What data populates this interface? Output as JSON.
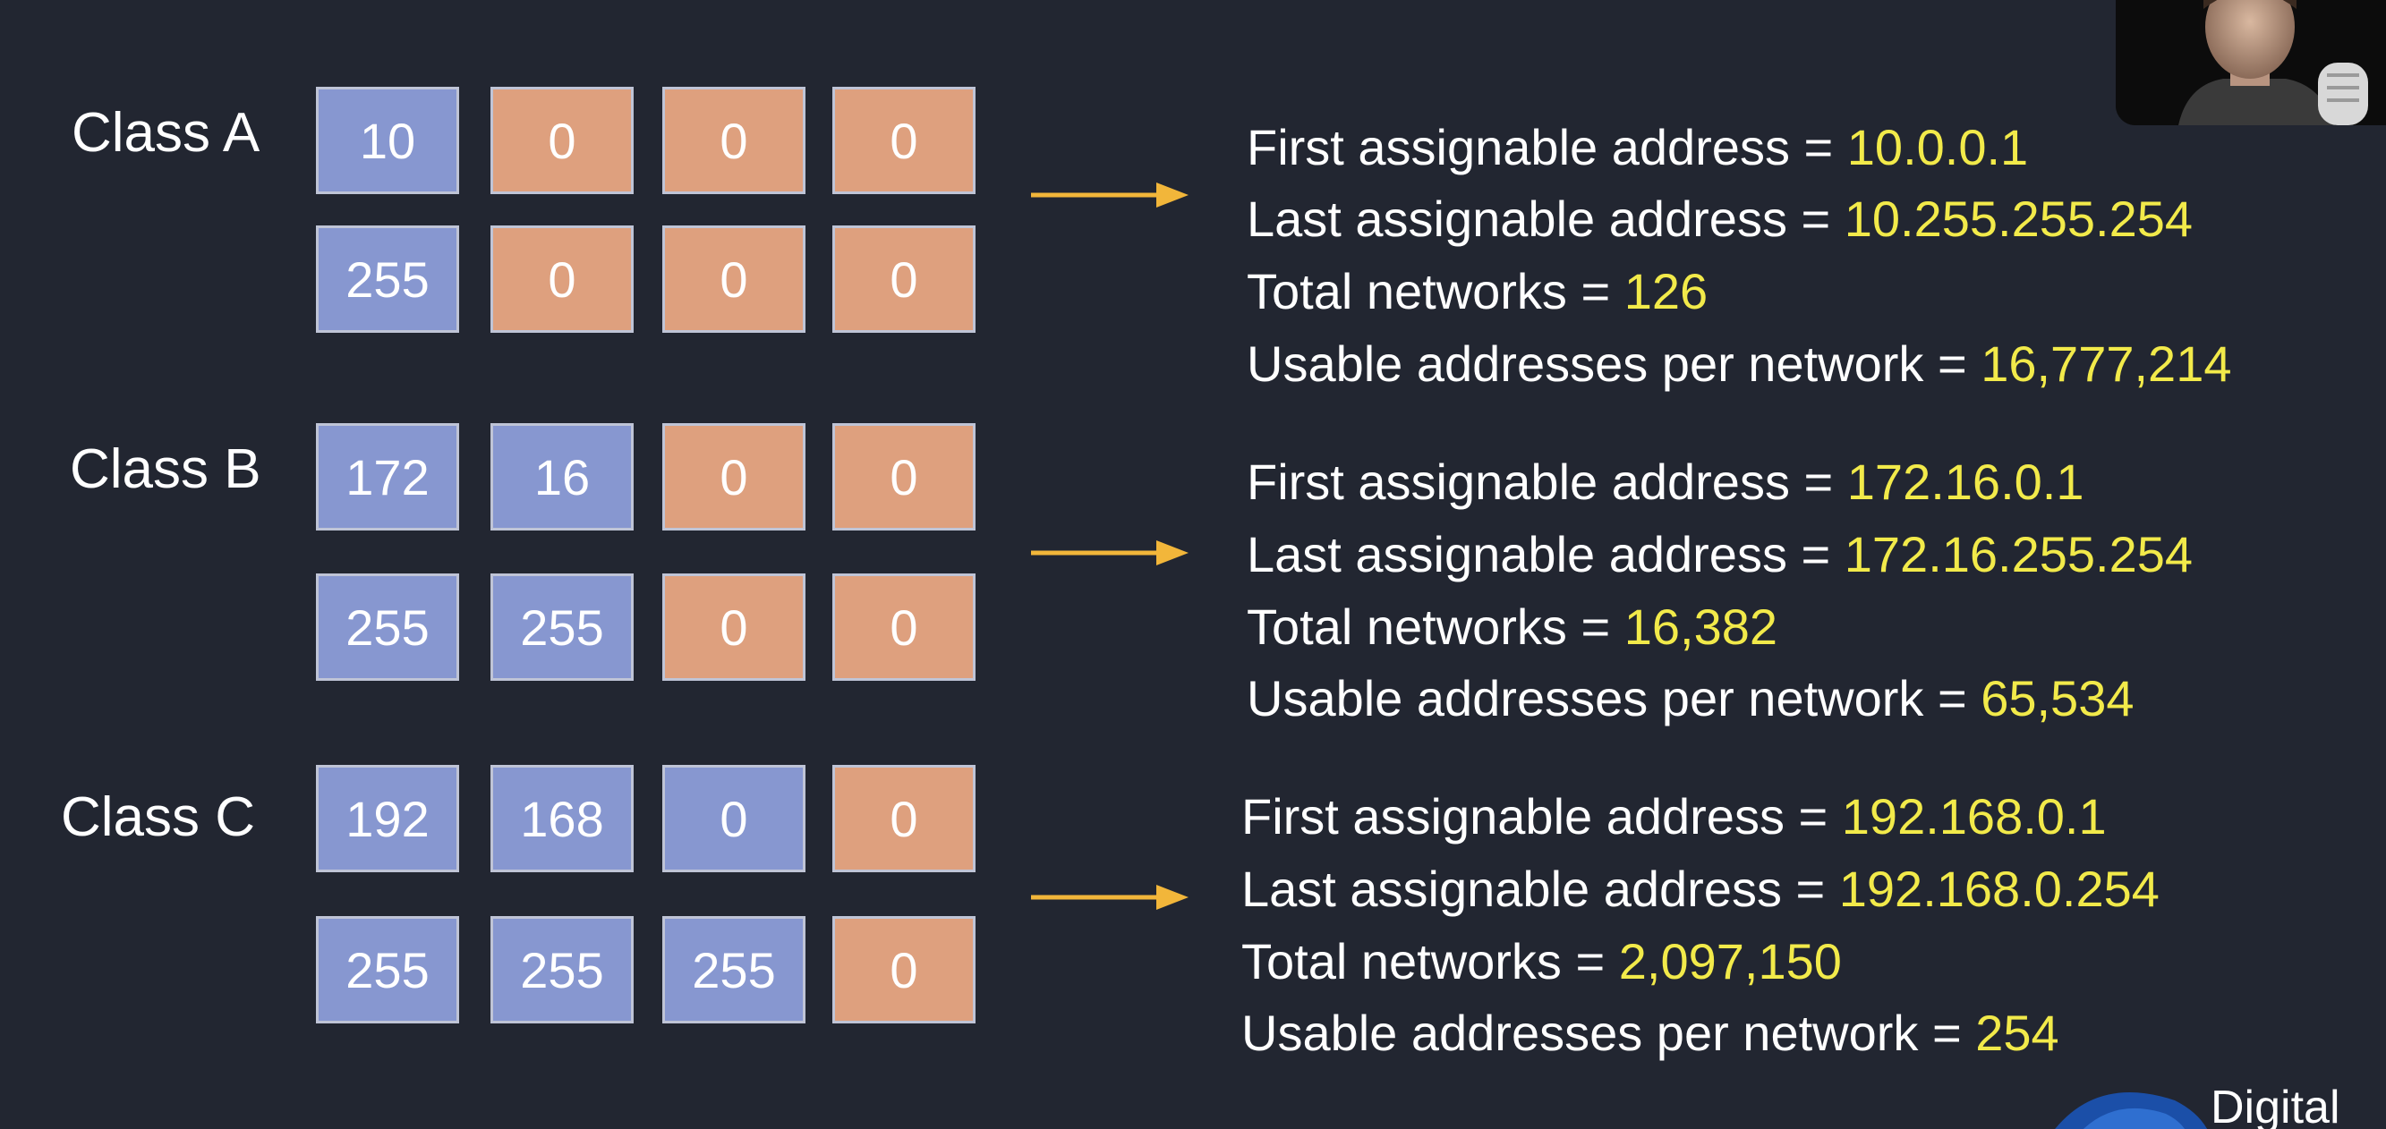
{
  "classes": [
    {
      "label": "Class A",
      "address": [
        "10",
        "0",
        "0",
        "0"
      ],
      "mask": [
        "255",
        "0",
        "0",
        "0"
      ],
      "network_octets": 1,
      "first_label": "First assignable address = ",
      "first_value": "10.0.0.1",
      "last_label": "Last assignable address = ",
      "last_value": "10.255.255.254",
      "networks_label": "Total networks = ",
      "networks_value": "126",
      "usable_label": "Usable addresses per network = ",
      "usable_value": "16,777,214"
    },
    {
      "label": "Class B",
      "address": [
        "172",
        "16",
        "0",
        "0"
      ],
      "mask": [
        "255",
        "255",
        "0",
        "0"
      ],
      "network_octets": 2,
      "first_label": "First assignable address = ",
      "first_value": "172.16.0.1",
      "last_label": "Last assignable address = ",
      "last_value": "172.16.255.254",
      "networks_label": "Total networks = ",
      "networks_value": "16,382",
      "usable_label": "Usable addresses per network = ",
      "usable_value": "65,534"
    },
    {
      "label": "Class C",
      "address": [
        "192",
        "168",
        "0",
        "0"
      ],
      "mask": [
        "255",
        "255",
        "255",
        "0"
      ],
      "network_octets": 3,
      "first_label": "First assignable address = ",
      "first_value": "192.168.0.1",
      "last_label": "Last assignable address = ",
      "last_value": "192.168.0.254",
      "networks_label": "Total networks = ",
      "networks_value": "2,097,150",
      "usable_label": "Usable addresses per network = ",
      "usable_value": "254"
    }
  ],
  "colors": {
    "background": "#222631",
    "network_octet": "#8797d0",
    "host_octet": "#dea07e",
    "arrow": "#f2b63a",
    "highlight_value": "#f2ea4a"
  },
  "logo_text": "Digital"
}
